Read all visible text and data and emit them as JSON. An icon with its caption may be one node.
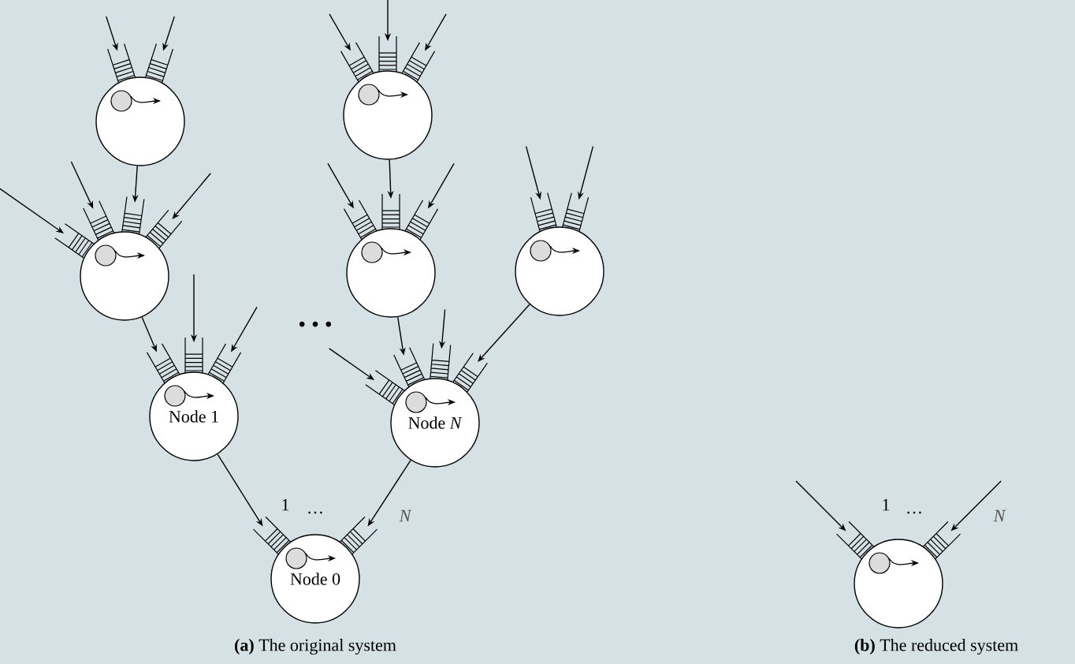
{
  "diagram": {
    "nodes": [
      {
        "text": [],
        "shape": "circle"
      },
      {
        "text": [],
        "shape": "circle"
      },
      {
        "text": [],
        "shape": "circle"
      },
      {
        "text": [],
        "shape": "circle"
      },
      {
        "text": [],
        "shape": "circle"
      },
      {
        "text": [
          "Node 1"
        ]
      },
      {
        "text": [
          "Node *N*"
        ]
      },
      {
        "text": [
          "Node 0"
        ]
      },
      {
        "text": [],
        "shape": "circle"
      }
    ],
    "edges": [
      {
        "from": null,
        "to": 0,
        "arrow": "to"
      },
      {
        "from": null,
        "to": 0,
        "arrow": "to"
      },
      {
        "from": null,
        "to": 1,
        "arrow": "to"
      },
      {
        "from": null,
        "to": 1,
        "arrow": "to"
      },
      {
        "from": null,
        "to": 1,
        "arrow": "to"
      },
      {
        "from": 0,
        "to": 2,
        "arrow": "to"
      },
      {
        "from": null,
        "to": 2,
        "arrow": "to"
      },
      {
        "from": null,
        "to": 2,
        "arrow": "to"
      },
      {
        "from": null,
        "to": 2,
        "arrow": "to"
      },
      {
        "from": 1,
        "to": 3,
        "arrow": "to"
      },
      {
        "from": null,
        "to": 3,
        "arrow": "to"
      },
      {
        "from": null,
        "to": 3,
        "arrow": "to"
      },
      {
        "from": null,
        "to": 4,
        "arrow": "to"
      },
      {
        "from": null,
        "to": 4,
        "arrow": "to"
      },
      {
        "from": 2,
        "to": 5,
        "arrow": "to"
      },
      {
        "from": null,
        "to": 5,
        "arrow": "to"
      },
      {
        "from": null,
        "to": 5,
        "arrow": "to"
      },
      {
        "from": 3,
        "to": 6,
        "arrow": "to"
      },
      {
        "from": null,
        "to": 6,
        "arrow": "to"
      },
      {
        "from": null,
        "to": 6,
        "arrow": "to"
      },
      {
        "from": 4,
        "to": 6,
        "arrow": "to"
      },
      {
        "from": 5,
        "to": 7,
        "arrow": "to"
      },
      {
        "from": 6,
        "to": 7,
        "arrow": "to"
      },
      {
        "from": null,
        "to": 8,
        "arrow": "to"
      },
      {
        "from": null,
        "to": 8,
        "arrow": "to"
      }
    ],
    "labels": [
      "• • •",
      "1",
      "…",
      "N",
      "1",
      "…",
      "N",
      "**(a)** The original system",
      "**(b)** The reduced system"
    ]
  }
}
